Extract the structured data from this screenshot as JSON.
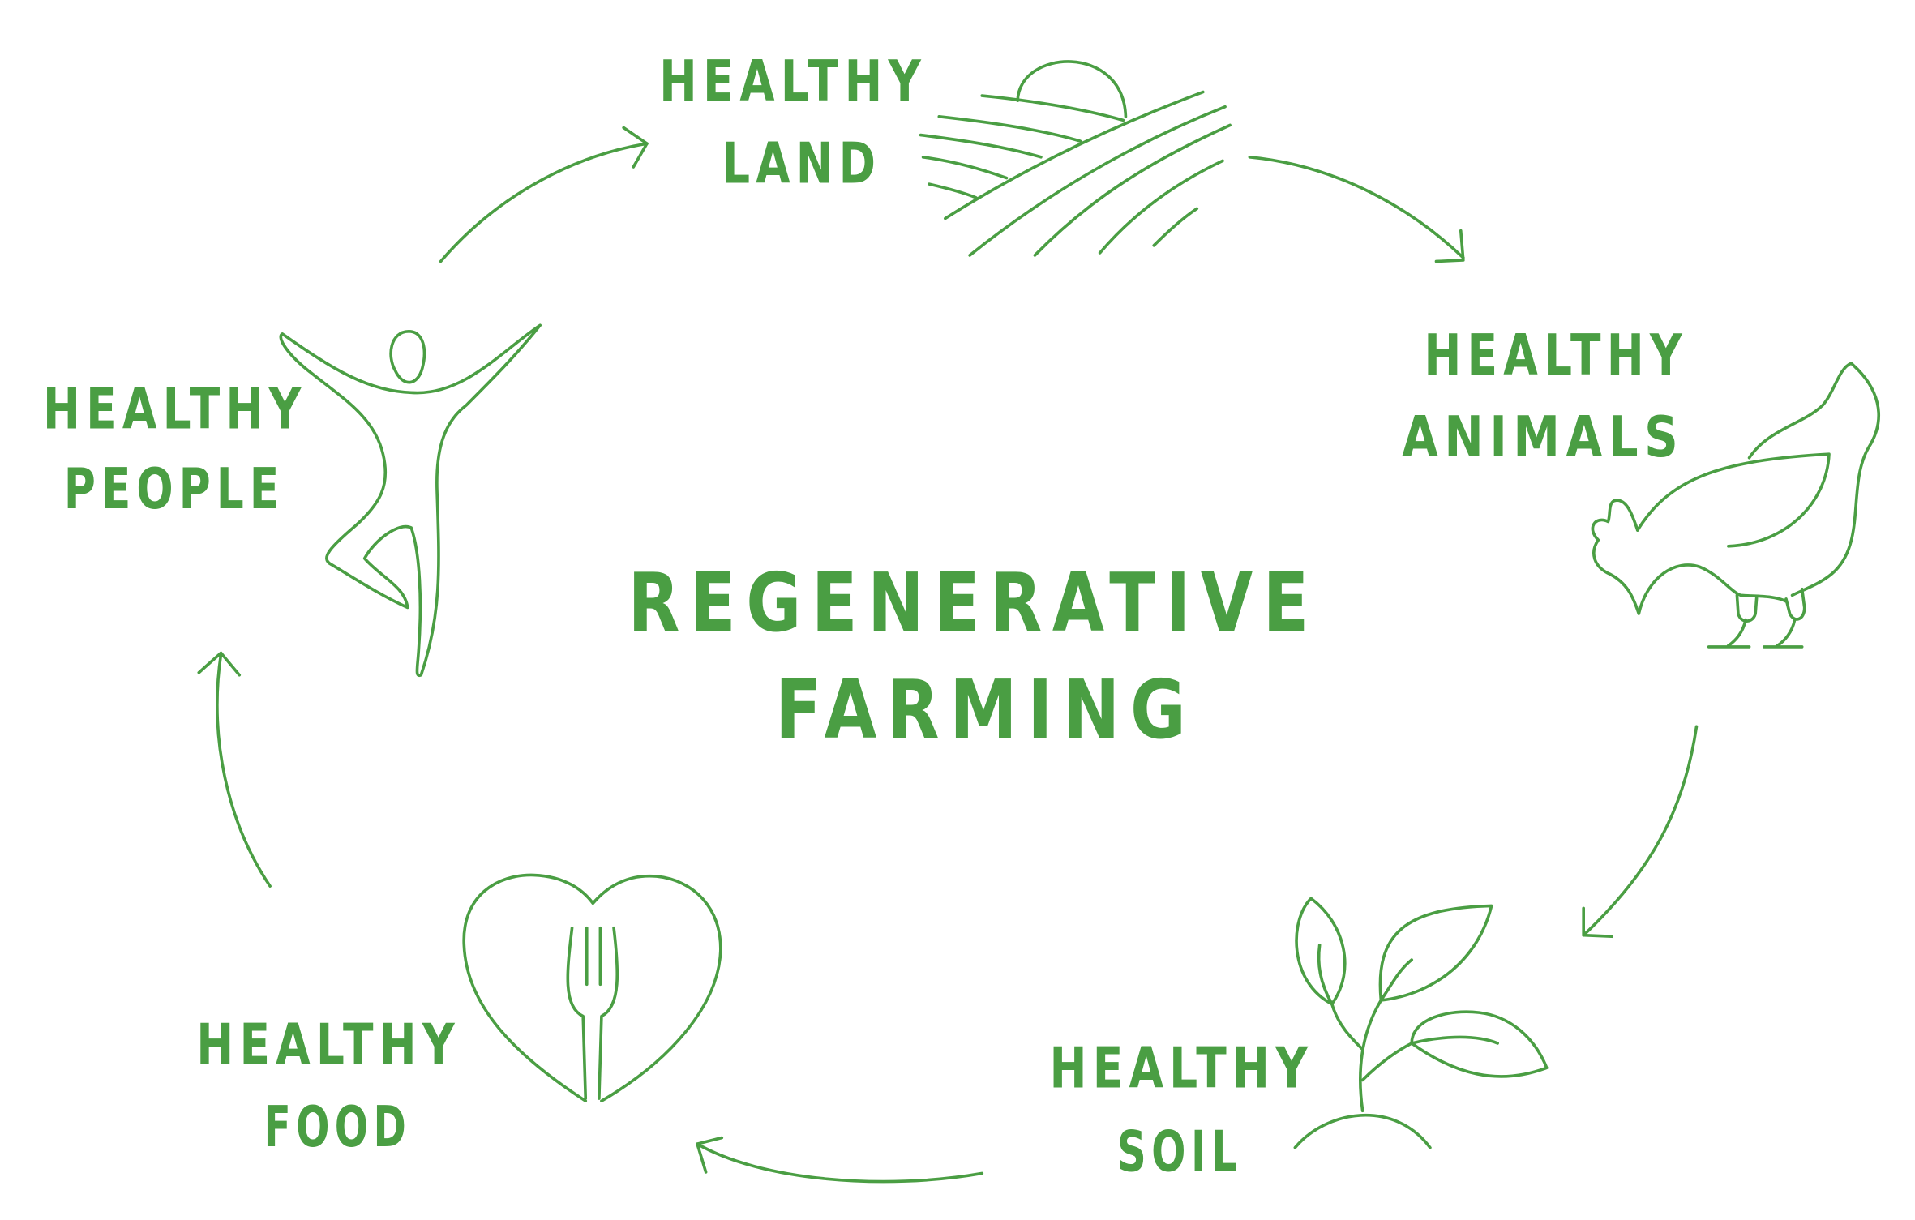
{
  "title": {
    "line1": "REGENERATIVE",
    "line2": "FARMING"
  },
  "accent_color": "#4a9e43",
  "nodes": [
    {
      "id": "land",
      "line1": "HEALTHY",
      "line2": "LAND",
      "icon": "field-sun-icon"
    },
    {
      "id": "animals",
      "line1": "HEALTHY",
      "line2": "ANIMALS",
      "icon": "chicken-icon"
    },
    {
      "id": "soil",
      "line1": "HEALTHY",
      "line2": "SOIL",
      "icon": "sprout-icon"
    },
    {
      "id": "food",
      "line1": "HEALTHY",
      "line2": "FOOD",
      "icon": "heart-fork-icon"
    },
    {
      "id": "people",
      "line1": "HEALTHY",
      "line2": "PEOPLE",
      "icon": "person-icon"
    }
  ]
}
